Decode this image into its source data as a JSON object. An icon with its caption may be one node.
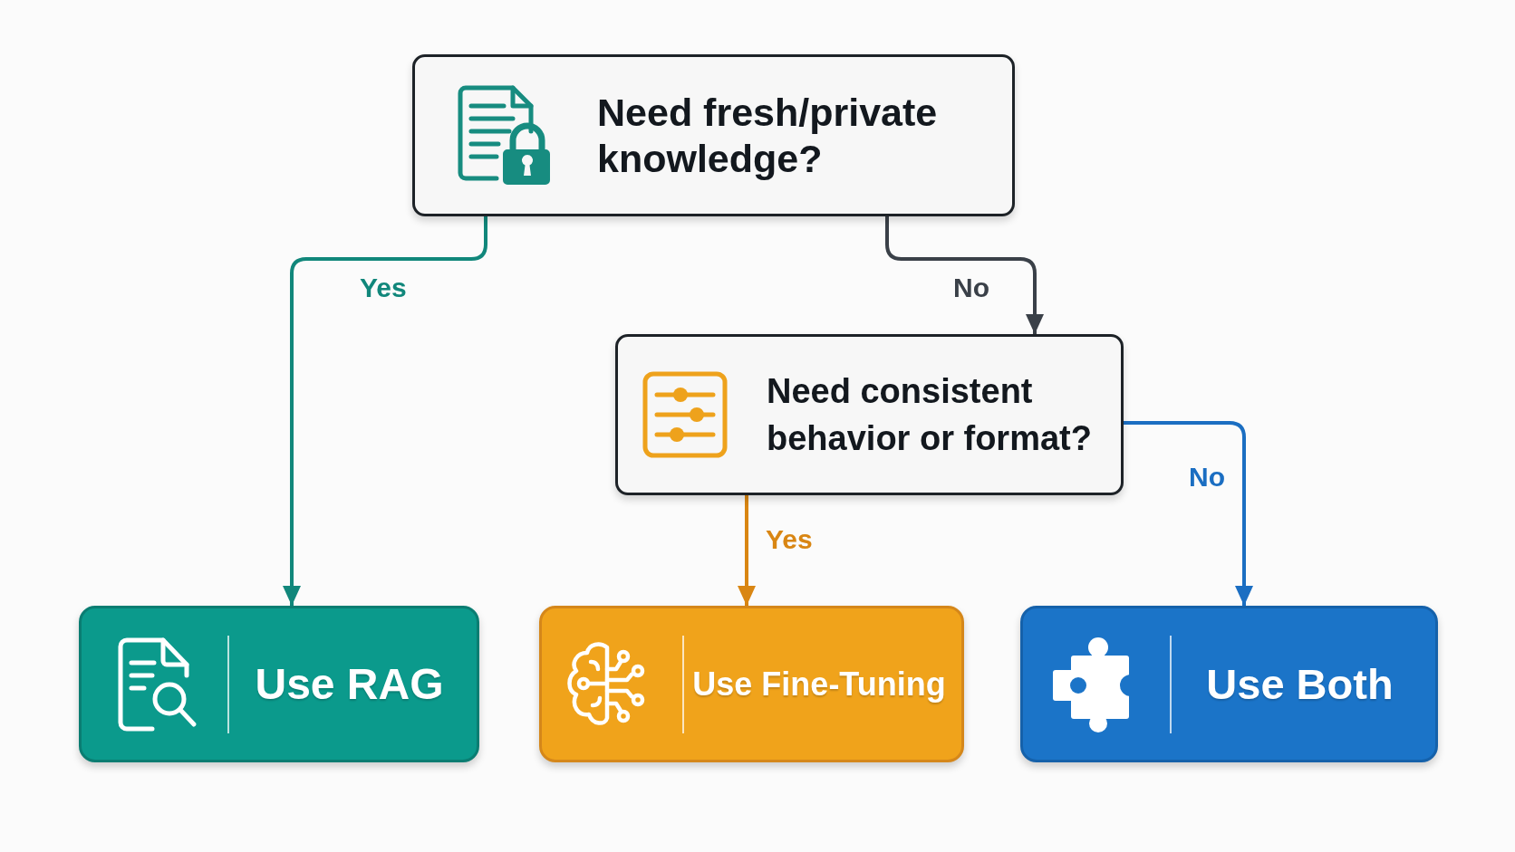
{
  "diagram": {
    "nodes": [
      {
        "text": [
          "Need fresh/private knowledge?"
        ]
      },
      {
        "text": [
          "Need consistent behavior or format?"
        ]
      },
      {
        "text": [
          "Use RAG"
        ]
      },
      {
        "text": [
          "Use Fine-Tuning"
        ]
      },
      {
        "text": [
          "Use Both"
        ]
      }
    ],
    "edges": [
      {
        "from": 0,
        "to": 2,
        "arrow": "to",
        "label": "Yes",
        "color": "#11877b"
      },
      {
        "from": 0,
        "to": 1,
        "arrow": "to",
        "label": "No",
        "color": "#3a4048"
      },
      {
        "from": 1,
        "to": 3,
        "arrow": "to",
        "label": "Yes",
        "color": "#d98613"
      },
      {
        "from": 1,
        "to": 4,
        "arrow": "to",
        "label": "No",
        "color": "#1b6ec2"
      }
    ]
  }
}
